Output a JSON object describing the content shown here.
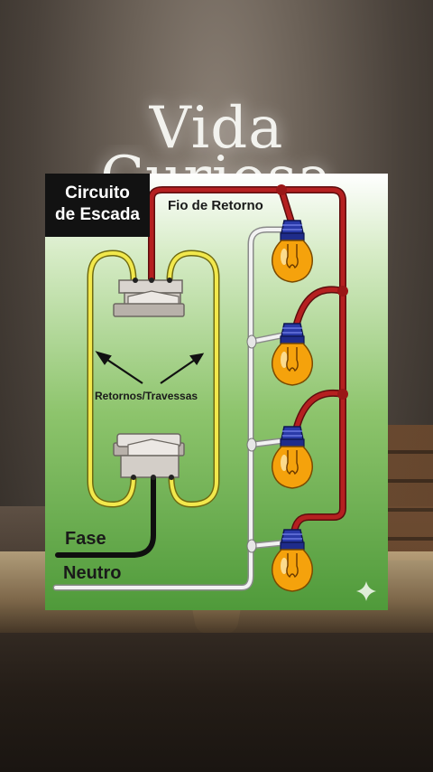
{
  "background": {
    "watermark_line1": "Vida",
    "watermark_line2": "Curiosa"
  },
  "diagram": {
    "title_line1": "Circuito",
    "title_line2": "de Escada",
    "label_return_wire": "Fio de Retorno",
    "label_travelers": "Retornos/Travessas",
    "label_phase": "Fase",
    "label_neutral": "Neutro",
    "bulb_count": 4,
    "colors": {
      "return_wire": "#a81e1e",
      "traveler_wire": "#f0e54a",
      "phase_wire": "#111111",
      "neutral_wire": "#eeeeee",
      "bulb_socket": "#2a3aa8",
      "bulb_glass": "#f5a20c"
    }
  }
}
